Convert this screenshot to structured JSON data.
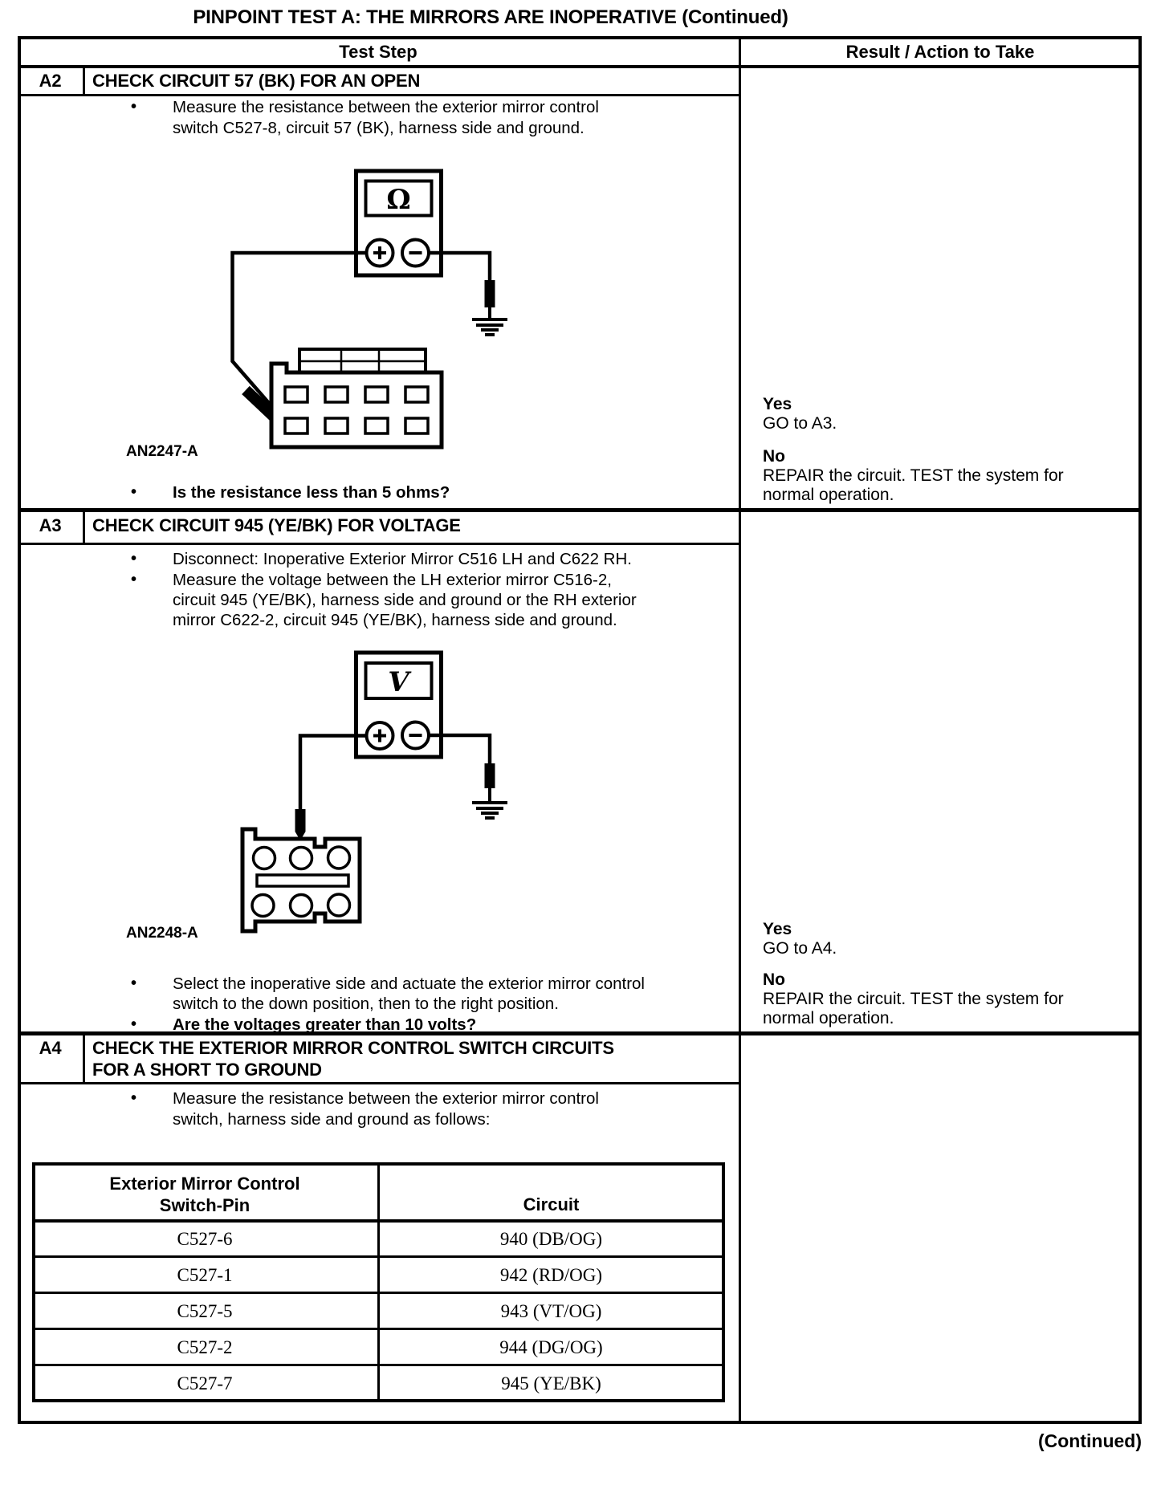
{
  "title": "PINPOINT TEST  A: THE MIRRORS ARE INOPERATIVE (Continued)",
  "footer": {
    "continued": "(Continued)"
  },
  "columns": {
    "test_step": "Test Step",
    "result_action": "Result / Action to Take"
  },
  "steps": {
    "a2": {
      "id": "A2",
      "title": "CHECK CIRCUIT 57 (BK) FOR AN OPEN",
      "bullet1": {
        "lines": [
          "Measure the resistance between the exterior mirror control",
          "switch C527-8, circuit 57 (BK), harness side and ground."
        ]
      },
      "figure": {
        "label": "AN2247-A",
        "meter_symbol": "Ω"
      },
      "question": "Is the resistance less than 5 ohms?",
      "result": {
        "yes_label": "Yes",
        "yes_action": "GO to A3.",
        "no_label": "No",
        "no_lines": [
          "REPAIR the circuit. TEST the system for",
          "normal operation."
        ]
      }
    },
    "a3": {
      "id": "A3",
      "title": "CHECK CIRCUIT 945 (YE/BK) FOR VOLTAGE",
      "bullet1": {
        "lines": [
          "Disconnect: Inoperative Exterior Mirror C516 LH and C622 RH."
        ]
      },
      "bullet2": {
        "lines": [
          "Measure the voltage between the LH exterior mirror C516-2,",
          "circuit 945 (YE/BK), harness side and ground or the RH exterior",
          "mirror C622-2, circuit 945 (YE/BK), harness side and ground."
        ]
      },
      "figure": {
        "label": "AN2248-A",
        "meter_symbol": "V"
      },
      "bullet3": {
        "lines": [
          "Select the inoperative side and actuate the exterior mirror control",
          "switch to the down position, then to the right position."
        ]
      },
      "question": "Are the voltages greater than 10 volts?",
      "result": {
        "yes_label": "Yes",
        "yes_action": "GO to A4.",
        "no_label": "No",
        "no_lines": [
          "REPAIR the circuit. TEST the system for",
          "normal operation."
        ]
      }
    },
    "a4": {
      "id": "A4",
      "title_lines": [
        "CHECK THE EXTERIOR MIRROR CONTROL SWITCH CIRCUITS",
        "FOR A SHORT TO GROUND"
      ],
      "bullet1": {
        "lines": [
          "Measure the resistance between the exterior mirror control",
          "switch, harness side and ground as follows:"
        ]
      },
      "pin_table": {
        "col1_header_lines": [
          "Exterior Mirror Control",
          "Switch-Pin"
        ],
        "col2_header": "Circuit",
        "rows": [
          {
            "pin": "C527-6",
            "circuit": "940 (DB/OG)"
          },
          {
            "pin": "C527-1",
            "circuit": "942 (RD/OG)"
          },
          {
            "pin": "C527-5",
            "circuit": "943 (VT/OG)"
          },
          {
            "pin": "C527-2",
            "circuit": "944 (DG/OG)"
          },
          {
            "pin": "C527-7",
            "circuit": "945 (YE/BK)"
          }
        ]
      }
    }
  }
}
